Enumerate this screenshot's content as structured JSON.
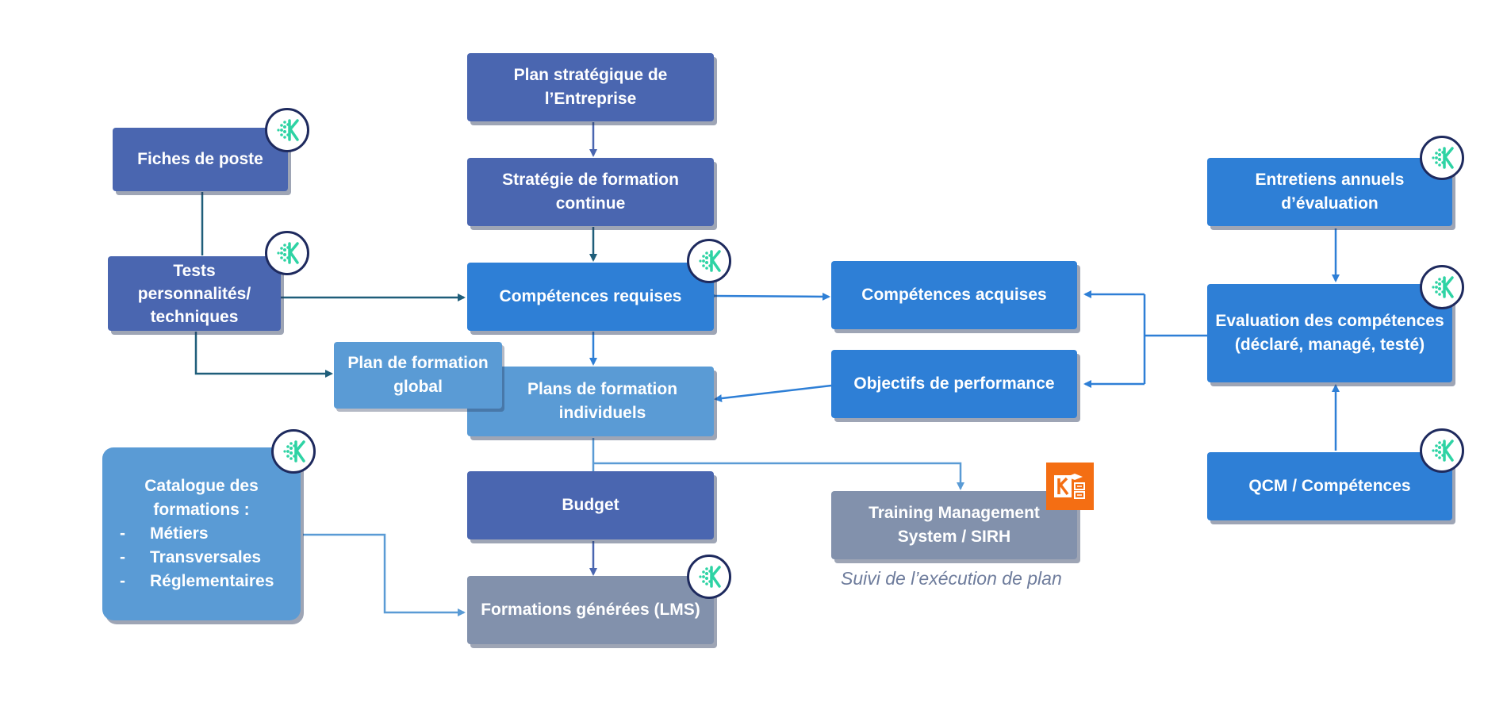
{
  "boxes": {
    "plan_strategique": "Plan stratégique de l’Entreprise",
    "strategie_formation": "Stratégie de formation continue",
    "competences_requises": "Compétences requises",
    "plans_individuels": "Plans de formation individuels",
    "plan_global": "Plan de formation global",
    "budget": "Budget",
    "formations_generees": "Formations générées (LMS)",
    "fiches_de_poste": "Fiches de poste",
    "tests": "Tests personnalités/ techniques",
    "competences_acquises": "Compétences acquises",
    "objectifs_performance": "Objectifs de performance",
    "tms": "Training Management System / SIRH",
    "entretiens": "Entretiens annuels d’évaluation",
    "evaluation": "Evaluation des compétences (déclaré, managé, testé)",
    "qcm": "QCM / Compétences"
  },
  "catalog": {
    "title": "Catalogue des formations :",
    "items": [
      "Métiers",
      "Transversales",
      "Réglementaires"
    ],
    "bullet": "-"
  },
  "tms_caption": "Suivi de l’exécution de plan",
  "icons": {
    "badge": "logo-k-icon",
    "tms": "tms-app-icon"
  },
  "colors": {
    "navy": "#4A66B0",
    "blue": "#2E7FD6",
    "light_blue": "#5A9BD5",
    "grey": "#8291AC",
    "teal_line": "#1F5E7A",
    "blue_line": "#2E7FD6",
    "light_line": "#5A9BD5",
    "orange": "#F46E13",
    "badge_green": "#2ED3A4"
  }
}
